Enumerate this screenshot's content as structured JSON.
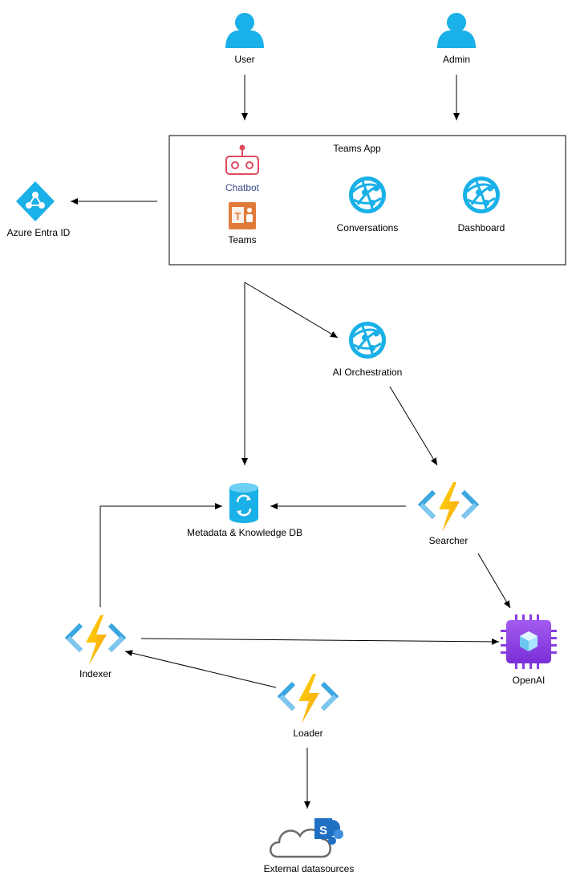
{
  "nodes": {
    "user": {
      "label": "User",
      "icon": "user-icon"
    },
    "admin": {
      "label": "Admin",
      "icon": "user-icon"
    },
    "teams_app": {
      "label": "Teams App"
    },
    "chatbot": {
      "label": "Chatbot",
      "icon": "robot-icon"
    },
    "teams": {
      "label": "Teams",
      "icon": "teams-icon"
    },
    "conversations": {
      "label": "Conversations",
      "icon": "web-app-icon"
    },
    "dashboard": {
      "label": "Dashboard",
      "icon": "web-app-icon"
    },
    "entra": {
      "label": "Azure Entra ID",
      "icon": "entra-id-icon"
    },
    "ai_orchestration": {
      "label": "AI Orchestration",
      "icon": "web-app-icon"
    },
    "metadata_db": {
      "label": "Metadata & Knowledge DB",
      "icon": "database-icon"
    },
    "searcher": {
      "label": "Searcher",
      "icon": "function-app-icon"
    },
    "indexer": {
      "label": "Indexer",
      "icon": "function-app-icon"
    },
    "openai": {
      "label": "OpenAI",
      "icon": "openai-chip-icon"
    },
    "loader": {
      "label": "Loader",
      "icon": "function-app-icon"
    },
    "external": {
      "label": "External datasources",
      "icon": "sharepoint-cloud-icon"
    }
  },
  "colors": {
    "azure_blue": "#1ab0e8",
    "chatbot_red": "#e04a5f",
    "teams_orange": "#e07b39",
    "function_yellow": "#ffb900",
    "function_blue": "#3ba6e0",
    "openai_purple": "#8a3ce6",
    "sharepoint_blue": "#1f6fc2"
  }
}
